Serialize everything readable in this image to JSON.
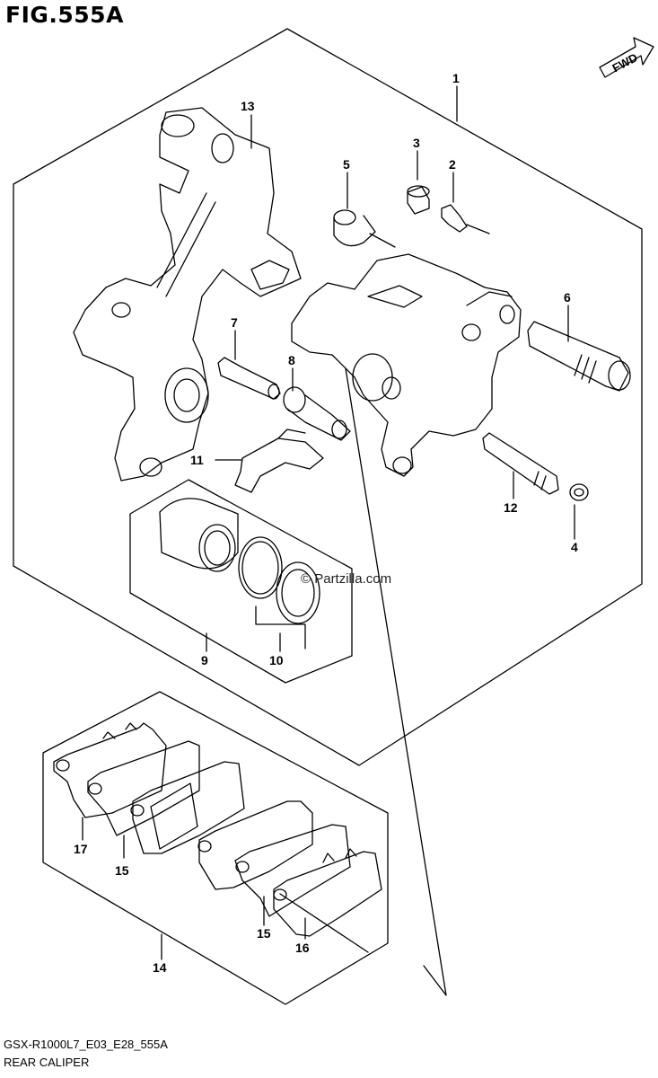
{
  "figure": {
    "title": "FIG.555A",
    "diagram_code": "GSX-R1000L7_E03_E28_555A",
    "section_name": "REAR CALIPER",
    "watermark": "© Partzilla.com",
    "direction_label": "FWD"
  },
  "callouts": [
    {
      "id": "callout-1",
      "label": "1"
    },
    {
      "id": "callout-2",
      "label": "2"
    },
    {
      "id": "callout-3",
      "label": "3"
    },
    {
      "id": "callout-4",
      "label": "4"
    },
    {
      "id": "callout-5",
      "label": "5"
    },
    {
      "id": "callout-6",
      "label": "6"
    },
    {
      "id": "callout-7",
      "label": "7"
    },
    {
      "id": "callout-8",
      "label": "8"
    },
    {
      "id": "callout-9",
      "label": "9"
    },
    {
      "id": "callout-10",
      "label": "10"
    },
    {
      "id": "callout-11",
      "label": "11"
    },
    {
      "id": "callout-12",
      "label": "12"
    },
    {
      "id": "callout-13",
      "label": "13"
    },
    {
      "id": "callout-14",
      "label": "14"
    },
    {
      "id": "callout-15a",
      "label": "15"
    },
    {
      "id": "callout-15b",
      "label": "15"
    },
    {
      "id": "callout-16",
      "label": "16"
    },
    {
      "id": "callout-17",
      "label": "17"
    }
  ]
}
